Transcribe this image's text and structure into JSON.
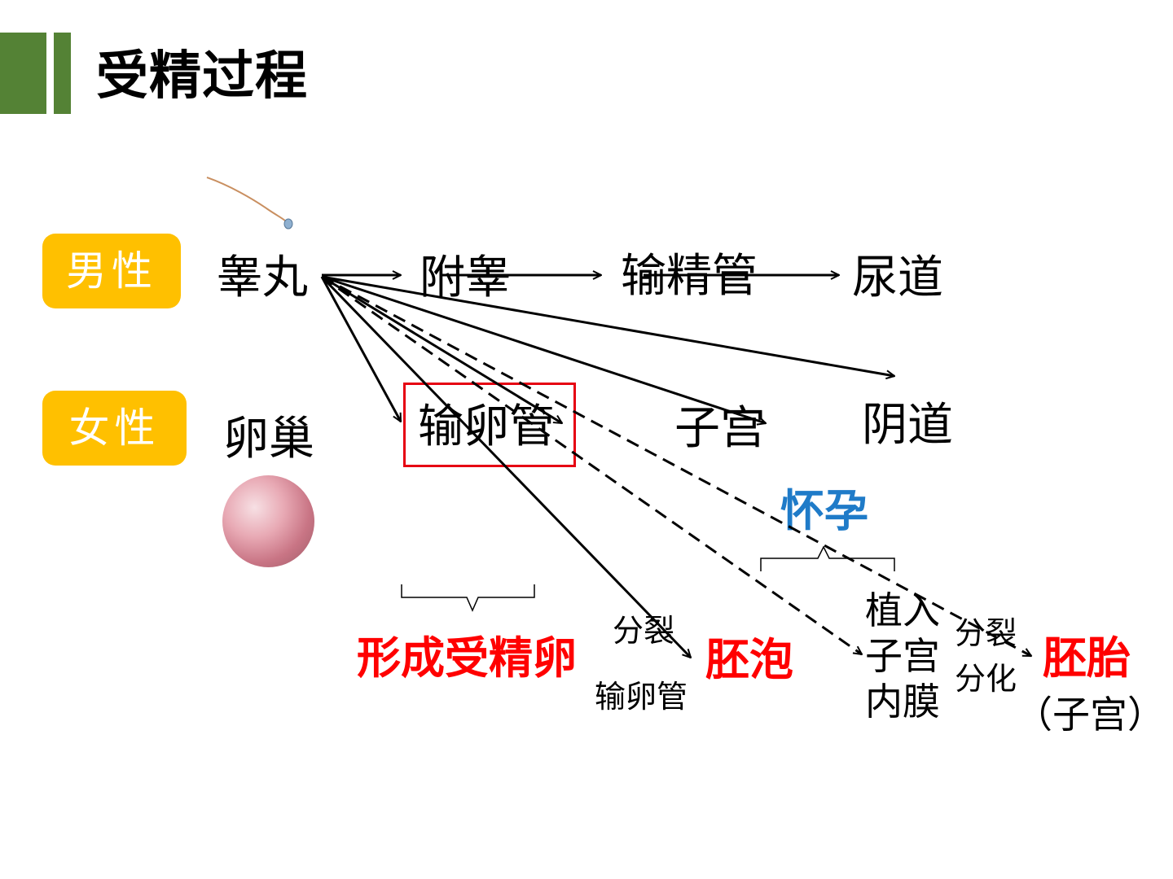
{
  "title": "受精过程",
  "tags": {
    "male": "男性",
    "female": "女性"
  },
  "male_path": {
    "testis": "睾丸",
    "epididymis": "附睾",
    "vas_deferens": "输精管",
    "urethra": "尿道"
  },
  "female_path": {
    "ovary": "卵巢",
    "oviduct": "输卵管",
    "uterus": "子宫",
    "vagina": "阴道"
  },
  "steps": {
    "fertilized_egg": "形成受精卵",
    "division_1": "分裂",
    "location_1": "输卵管",
    "blastocyst": "胚泡",
    "implant_lines": [
      "植入",
      "子宫",
      "内膜"
    ],
    "division_2": "分裂",
    "differentiation": "分化",
    "embryo": "胚胎",
    "embryo_location": "（子宫）",
    "pregnancy": "怀孕"
  },
  "colors": {
    "accent_green": "#548235",
    "tag_yellow": "#FFC000",
    "highlight_red": "#E60012",
    "step_red": "#FF0000",
    "pregnancy_blue": "#1F7BC8"
  }
}
